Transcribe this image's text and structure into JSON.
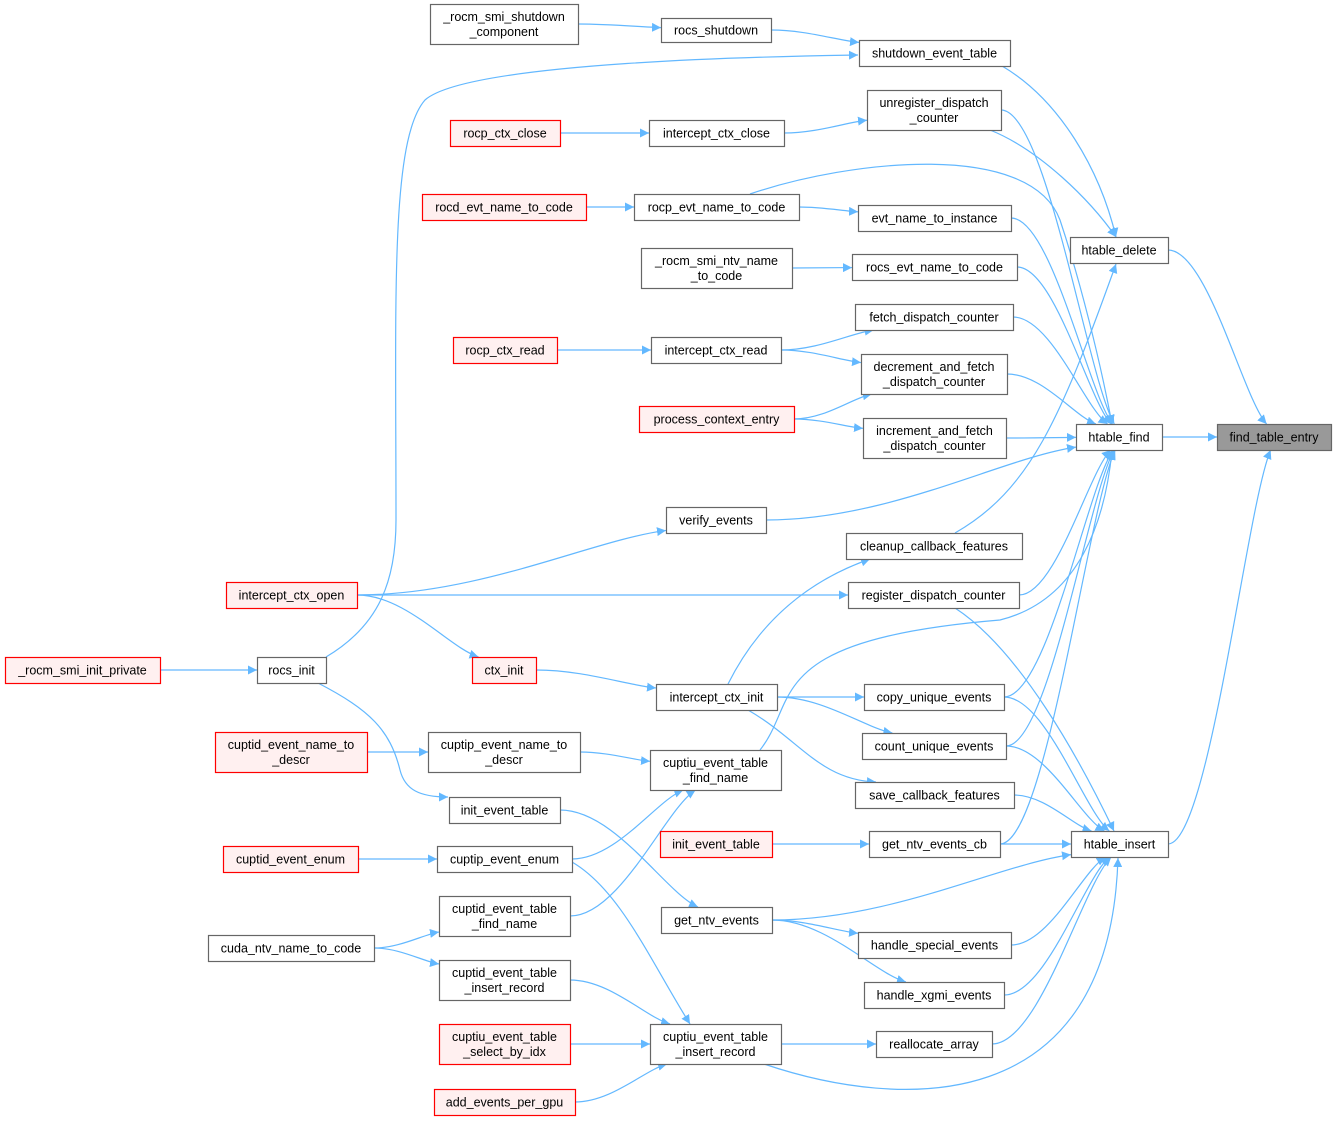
{
  "title": "find_table_entry caller graph",
  "colors": {
    "edge": "#63b8ff",
    "normal_border": "#666666",
    "normal_fill": "#ffffff",
    "red_border": "#ff0000",
    "red_fill": "#fff0f0",
    "focus_fill": "#999999",
    "focus_border": "#666666"
  },
  "nodes": [
    {
      "id": "rsmi_shutdown_comp",
      "lines": [
        "_rocm_smi_shutdown",
        "_component"
      ],
      "style": "normal"
    },
    {
      "id": "rocs_shutdown",
      "lines": [
        "rocs_shutdown"
      ],
      "style": "normal"
    },
    {
      "id": "shutdown_event_table",
      "lines": [
        "shutdown_event_table"
      ],
      "style": "normal"
    },
    {
      "id": "unregister_dispatch_counter",
      "lines": [
        "unregister_dispatch",
        "_counter"
      ],
      "style": "normal"
    },
    {
      "id": "rocp_ctx_close",
      "lines": [
        "rocp_ctx_close"
      ],
      "style": "red"
    },
    {
      "id": "intercept_ctx_close",
      "lines": [
        "intercept_ctx_close"
      ],
      "style": "normal"
    },
    {
      "id": "rocd_evt_name_to_code",
      "lines": [
        "rocd_evt_name_to_code"
      ],
      "style": "red"
    },
    {
      "id": "rocp_evt_name_to_code",
      "lines": [
        "rocp_evt_name_to_code"
      ],
      "style": "normal"
    },
    {
      "id": "evt_name_to_instance",
      "lines": [
        "evt_name_to_instance"
      ],
      "style": "normal"
    },
    {
      "id": "htable_delete",
      "lines": [
        "htable_delete"
      ],
      "style": "normal"
    },
    {
      "id": "rsmi_ntv_name_to_code",
      "lines": [
        "_rocm_smi_ntv_name",
        "_to_code"
      ],
      "style": "normal"
    },
    {
      "id": "rocs_evt_name_to_code",
      "lines": [
        "rocs_evt_name_to_code"
      ],
      "style": "normal"
    },
    {
      "id": "fetch_dispatch_counter",
      "lines": [
        "fetch_dispatch_counter"
      ],
      "style": "normal"
    },
    {
      "id": "rocp_ctx_read",
      "lines": [
        "rocp_ctx_read"
      ],
      "style": "red"
    },
    {
      "id": "intercept_ctx_read",
      "lines": [
        "intercept_ctx_read"
      ],
      "style": "normal"
    },
    {
      "id": "decrement_fetch",
      "lines": [
        "decrement_and_fetch",
        "_dispatch_counter"
      ],
      "style": "normal"
    },
    {
      "id": "process_context_entry",
      "lines": [
        "process_context_entry"
      ],
      "style": "red"
    },
    {
      "id": "increment_fetch",
      "lines": [
        "increment_and_fetch",
        "_dispatch_counter"
      ],
      "style": "normal"
    },
    {
      "id": "htable_find",
      "lines": [
        "htable_find"
      ],
      "style": "normal"
    },
    {
      "id": "find_table_entry",
      "lines": [
        "find_table_entry"
      ],
      "style": "focus"
    },
    {
      "id": "verify_events",
      "lines": [
        "verify_events"
      ],
      "style": "normal"
    },
    {
      "id": "cleanup_callback_features",
      "lines": [
        "cleanup_callback_features"
      ],
      "style": "normal"
    },
    {
      "id": "intercept_ctx_open",
      "lines": [
        "intercept_ctx_open"
      ],
      "style": "red"
    },
    {
      "id": "register_dispatch_counter",
      "lines": [
        "register_dispatch_counter"
      ],
      "style": "normal"
    },
    {
      "id": "rsmi_init_private",
      "lines": [
        "_rocm_smi_init_private"
      ],
      "style": "red"
    },
    {
      "id": "rocs_init",
      "lines": [
        "rocs_init"
      ],
      "style": "normal"
    },
    {
      "id": "ctx_init",
      "lines": [
        "ctx_init"
      ],
      "style": "red"
    },
    {
      "id": "intercept_ctx_init",
      "lines": [
        "intercept_ctx_init"
      ],
      "style": "normal"
    },
    {
      "id": "copy_unique_events",
      "lines": [
        "copy_unique_events"
      ],
      "style": "normal"
    },
    {
      "id": "cuptid_event_name_to_descr",
      "lines": [
        "cuptid_event_name_to",
        "_descr"
      ],
      "style": "red"
    },
    {
      "id": "cuptip_event_name_to_descr",
      "lines": [
        "cuptip_event_name_to",
        "_descr"
      ],
      "style": "normal"
    },
    {
      "id": "count_unique_events",
      "lines": [
        "count_unique_events"
      ],
      "style": "normal"
    },
    {
      "id": "cuptiu_find_name",
      "lines": [
        "cuptiu_event_table",
        "_find_name"
      ],
      "style": "normal"
    },
    {
      "id": "save_callback_features",
      "lines": [
        "save_callback_features"
      ],
      "style": "normal"
    },
    {
      "id": "init_event_table",
      "lines": [
        "init_event_table"
      ],
      "style": "normal"
    },
    {
      "id": "init_event_table_red",
      "lines": [
        "init_event_table"
      ],
      "style": "red"
    },
    {
      "id": "get_ntv_events_cb",
      "lines": [
        "get_ntv_events_cb"
      ],
      "style": "normal"
    },
    {
      "id": "htable_insert",
      "lines": [
        "htable_insert"
      ],
      "style": "normal"
    },
    {
      "id": "cuptid_event_enum",
      "lines": [
        "cuptid_event_enum"
      ],
      "style": "red"
    },
    {
      "id": "cuptip_event_enum",
      "lines": [
        "cuptip_event_enum"
      ],
      "style": "normal"
    },
    {
      "id": "cuptid_find_name",
      "lines": [
        "cuptid_event_table",
        "_find_name"
      ],
      "style": "normal"
    },
    {
      "id": "get_ntv_events",
      "lines": [
        "get_ntv_events"
      ],
      "style": "normal"
    },
    {
      "id": "cuda_ntv_name_to_code",
      "lines": [
        "cuda_ntv_name_to_code"
      ],
      "style": "normal"
    },
    {
      "id": "handle_special_events",
      "lines": [
        "handle_special_events"
      ],
      "style": "normal"
    },
    {
      "id": "cuptid_insert_record",
      "lines": [
        "cuptid_event_table",
        "_insert_record"
      ],
      "style": "normal"
    },
    {
      "id": "handle_xgmi_events",
      "lines": [
        "handle_xgmi_events"
      ],
      "style": "normal"
    },
    {
      "id": "cuptiu_select_by_idx",
      "lines": [
        "cuptiu_event_table",
        "_select_by_idx"
      ],
      "style": "red"
    },
    {
      "id": "cuptiu_insert_record",
      "lines": [
        "cuptiu_event_table",
        "_insert_record"
      ],
      "style": "normal"
    },
    {
      "id": "reallocate_array",
      "lines": [
        "reallocate_array"
      ],
      "style": "normal"
    },
    {
      "id": "add_events_per_gpu",
      "lines": [
        "add_events_per_gpu"
      ],
      "style": "red"
    }
  ],
  "edges": [
    [
      "rsmi_shutdown_comp",
      "rocs_shutdown"
    ],
    [
      "rocs_shutdown",
      "shutdown_event_table"
    ],
    [
      "rocs_init",
      "shutdown_event_table"
    ],
    [
      "shutdown_event_table",
      "htable_delete"
    ],
    [
      "unregister_dispatch_counter",
      "htable_delete"
    ],
    [
      "unregister_dispatch_counter",
      "htable_find"
    ],
    [
      "intercept_ctx_close",
      "unregister_dispatch_counter"
    ],
    [
      "rocp_ctx_close",
      "intercept_ctx_close"
    ],
    [
      "rocd_evt_name_to_code",
      "rocp_evt_name_to_code"
    ],
    [
      "rocp_evt_name_to_code",
      "evt_name_to_instance"
    ],
    [
      "rocp_evt_name_to_code",
      "htable_find"
    ],
    [
      "evt_name_to_instance",
      "htable_find"
    ],
    [
      "rsmi_ntv_name_to_code",
      "rocs_evt_name_to_code"
    ],
    [
      "rocs_evt_name_to_code",
      "htable_find"
    ],
    [
      "fetch_dispatch_counter",
      "htable_find"
    ],
    [
      "intercept_ctx_read",
      "fetch_dispatch_counter"
    ],
    [
      "intercept_ctx_read",
      "decrement_fetch"
    ],
    [
      "rocp_ctx_read",
      "intercept_ctx_read"
    ],
    [
      "process_context_entry",
      "decrement_fetch"
    ],
    [
      "process_context_entry",
      "increment_fetch"
    ],
    [
      "decrement_fetch",
      "htable_find"
    ],
    [
      "increment_fetch",
      "htable_find"
    ],
    [
      "htable_find",
      "find_table_entry"
    ],
    [
      "htable_delete",
      "find_table_entry"
    ],
    [
      "htable_insert",
      "find_table_entry"
    ],
    [
      "verify_events",
      "htable_find"
    ],
    [
      "intercept_ctx_open",
      "verify_events"
    ],
    [
      "cleanup_callback_features",
      "htable_delete"
    ],
    [
      "intercept_ctx_init",
      "cleanup_callback_features"
    ],
    [
      "intercept_ctx_open",
      "register_dispatch_counter"
    ],
    [
      "register_dispatch_counter",
      "htable_find"
    ],
    [
      "register_dispatch_counter",
      "htable_insert"
    ],
    [
      "intercept_ctx_open",
      "ctx_init"
    ],
    [
      "rsmi_init_private",
      "rocs_init"
    ],
    [
      "ctx_init",
      "intercept_ctx_init"
    ],
    [
      "rocs_init",
      "init_event_table"
    ],
    [
      "intercept_ctx_init",
      "copy_unique_events"
    ],
    [
      "intercept_ctx_init",
      "count_unique_events"
    ],
    [
      "intercept_ctx_init",
      "save_callback_features"
    ],
    [
      "copy_unique_events",
      "htable_find"
    ],
    [
      "copy_unique_events",
      "htable_insert"
    ],
    [
      "count_unique_events",
      "htable_find"
    ],
    [
      "count_unique_events",
      "htable_insert"
    ],
    [
      "save_callback_features",
      "htable_insert"
    ],
    [
      "cuptiu_find_name",
      "htable_find"
    ],
    [
      "cuptid_event_name_to_descr",
      "cuptip_event_name_to_descr"
    ],
    [
      "cuptip_event_name_to_descr",
      "cuptiu_find_name"
    ],
    [
      "cuptip_event_enum",
      "cuptiu_find_name"
    ],
    [
      "cuptid_find_name",
      "cuptiu_find_name"
    ],
    [
      "cuptid_event_enum",
      "cuptip_event_enum"
    ],
    [
      "cuptip_event_enum",
      "cuptiu_insert_record"
    ],
    [
      "init_event_table",
      "get_ntv_events"
    ],
    [
      "init_event_table_red",
      "get_ntv_events_cb"
    ],
    [
      "get_ntv_events_cb",
      "htable_find"
    ],
    [
      "get_ntv_events_cb",
      "htable_insert"
    ],
    [
      "get_ntv_events",
      "htable_insert"
    ],
    [
      "get_ntv_events",
      "handle_special_events"
    ],
    [
      "get_ntv_events",
      "handle_xgmi_events"
    ],
    [
      "handle_special_events",
      "htable_insert"
    ],
    [
      "handle_xgmi_events",
      "htable_insert"
    ],
    [
      "cuda_ntv_name_to_code",
      "cuptid_find_name"
    ],
    [
      "cuda_ntv_name_to_code",
      "cuptid_insert_record"
    ],
    [
      "cuptid_insert_record",
      "cuptiu_insert_record"
    ],
    [
      "cuptiu_select_by_idx",
      "cuptiu_insert_record"
    ],
    [
      "add_events_per_gpu",
      "cuptiu_insert_record"
    ],
    [
      "cuptiu_insert_record",
      "reallocate_array"
    ],
    [
      "cuptiu_insert_record",
      "htable_insert"
    ],
    [
      "reallocate_array",
      "htable_insert"
    ]
  ]
}
